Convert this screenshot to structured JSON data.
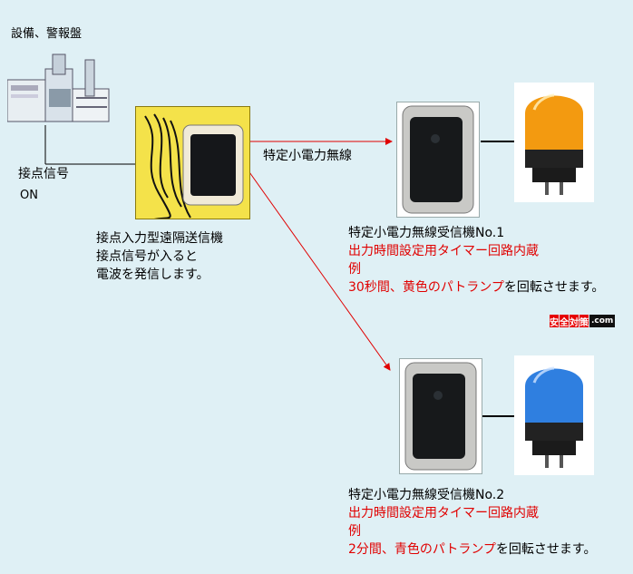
{
  "equipment": {
    "label": "設備、警報盤"
  },
  "contact": {
    "label": "接点信号",
    "state": "ON"
  },
  "transmitter": {
    "name": "接点入力型遠隔送信機",
    "desc_line1": "接点信号が入ると",
    "desc_line2": "電波を発信します。"
  },
  "link_label": "特定小電力無線",
  "receivers": [
    {
      "name": "特定小電力無線受信機No.1",
      "line1": "出力時間設定用タイマー回路内蔵",
      "line2": "例",
      "line3_red": "30秒間、黄色のパトランプ",
      "line3_black": "を回転させます。",
      "lamp_color": "#f39a10"
    },
    {
      "name": "特定小電力無線受信機No.2",
      "line1": "出力時間設定用タイマー回路内蔵",
      "line2": "例",
      "line3_red": "2分間、青色のパトランプ",
      "line3_black": "を回転させます。",
      "lamp_color": "#2f7fe0"
    }
  ],
  "logo": {
    "c1": "安",
    "c2": "全",
    "c3": "対",
    "c4": "策",
    "suffix": ".com"
  },
  "colors": {
    "arrow": "#e00000",
    "background": "#dff0f5"
  }
}
